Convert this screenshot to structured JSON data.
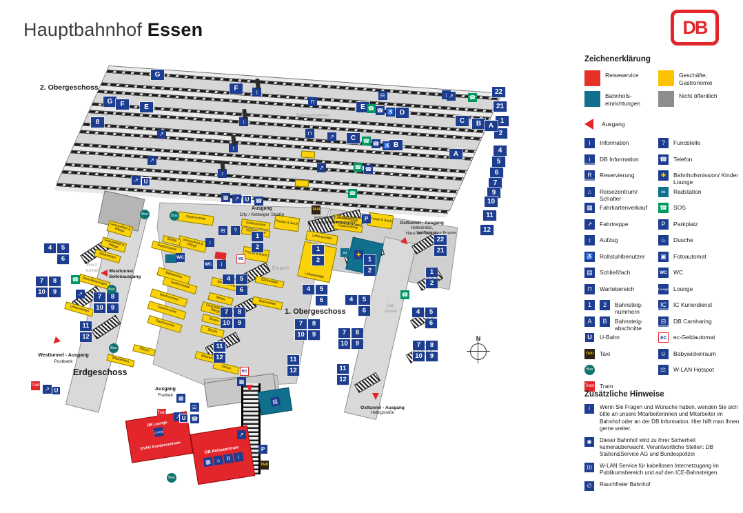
{
  "palette": {
    "red": "#E3262B",
    "blue": "#1D3D91",
    "petrol": "#11708E",
    "yellow": "#FCD20A",
    "green": "#009A60",
    "busteal": "#0E736E",
    "grey": "#8D8D8D"
  },
  "header": {
    "title_regular": "Hauptbahnhof",
    "title_bold": "Essen",
    "logo": "DB"
  },
  "legend": {
    "title": "Zeichenerklärung",
    "keys_left": [
      {
        "color": "#E53229",
        "label": "Reiseservice"
      },
      {
        "color": "#11708E",
        "label": "Bahnhofs-einrichtungen"
      }
    ],
    "keys_right": [
      {
        "color": "#FDC300",
        "label": "Geschäfte, Gastronomie"
      },
      {
        "color": "#8D8D8D",
        "label": "Nicht öffentlich"
      }
    ],
    "exit_label": "Ausgang",
    "col1": [
      {
        "sym": "i",
        "label": "Information",
        "cls": "blue"
      },
      {
        "sym": "i",
        "label": "DB Information",
        "cls": "dbinfo"
      },
      {
        "sym": "R",
        "label": "Reservierung",
        "cls": "dbinfo"
      },
      {
        "sym": "⌂",
        "label": "Reisezentrum/ Schalter",
        "cls": "blue"
      },
      {
        "sym": "▦",
        "label": "Fahrkartenverkauf",
        "cls": "blue"
      },
      {
        "sym": "↗",
        "label": "Fahrtreppe",
        "cls": "blue"
      },
      {
        "sym": "↕",
        "label": "Aufzug",
        "cls": "blue"
      },
      {
        "sym": "♿",
        "label": "Rollstuhlbenutzer",
        "cls": "blue"
      },
      {
        "sym": "▤",
        "label": "Schließfach",
        "cls": "blue"
      },
      {
        "sym": "⊓",
        "label": "Wartebereich",
        "cls": "blue"
      },
      {
        "sym": "1",
        "sym2": "2",
        "label": "Bahnsteig-nummern",
        "cls": "blue"
      },
      {
        "sym": "A",
        "sym2": "B",
        "label": "Bahnsteig-abschnitte",
        "cls": "blue"
      },
      {
        "sym": "U",
        "label": "U-Bahn",
        "cls": "ubahn"
      },
      {
        "sym": "TAXI",
        "label": "Taxi",
        "cls": "taxi"
      },
      {
        "sym": "Bus",
        "label": "Bus",
        "cls": "bus"
      },
      {
        "sym": "Tram",
        "label": "Tram",
        "cls": "tram"
      }
    ],
    "col2": [
      {
        "sym": "?",
        "label": "Fundstelle",
        "cls": "blue"
      },
      {
        "sym": "☎",
        "label": "Telefon",
        "cls": "blue"
      },
      {
        "sym": "✚",
        "label": "Bahnhofsmission/ Kinder Lounge",
        "cls": "mission"
      },
      {
        "sym": "∞",
        "label": "Radstation",
        "cls": "rad"
      },
      {
        "sym": "☎",
        "label": "SOS",
        "cls": "green"
      },
      {
        "sym": "P",
        "label": "Parkplatz",
        "cls": "blue"
      },
      {
        "sym": "♨",
        "label": "Dusche",
        "cls": "blue"
      },
      {
        "sym": "▣",
        "label": "Fotoautomat",
        "cls": "blue"
      },
      {
        "sym": "WC",
        "label": "WC",
        "cls": "wc"
      },
      {
        "sym": "Lounge",
        "label": "Lounge",
        "cls": "loungetile"
      },
      {
        "sym": "IC",
        "label": "IC Kurierdienst",
        "cls": "dbinfo"
      },
      {
        "sym": "⊟",
        "label": "DB Carsharing",
        "cls": "dbinfo"
      },
      {
        "sym": "ec",
        "label": "ec-Geldautomat",
        "cls": "ec"
      },
      {
        "sym": "☺",
        "label": "Babywickelraum",
        "cls": "blue"
      },
      {
        "sym": ")))",
        "label": "W-LAN Hotspot",
        "cls": "wlanrot"
      }
    ]
  },
  "hints": {
    "title": "Zusätzliche Hinweise",
    "items": [
      {
        "sym": "i",
        "icon": "info-icon",
        "text": "Wenn Sie Fragen und Wünsche haben, wenden Sie sich bitte an unsere Mitarbeiterinnen und Mitarbeiter im Bahnhof oder an der DB Information. Hier hilft man Ihnen gerne weiter."
      },
      {
        "sym": "◉",
        "icon": "camera-icon",
        "text": "Dieser Bahnhof wird zu Ihrer Sicherheit kameraüberwacht. Verantwortliche Stellen: DB Station&Service AG und Bundespolizei"
      },
      {
        "sym": ")))",
        "icon": "wlan-icon",
        "text": "W-LAN Service für kabellosen Internetzugang im Publikumsbereich und auf den ICE-Bahnsteigen."
      },
      {
        "sym": "∅",
        "icon": "no-smoking-icon",
        "text": "Rauchfreier Bahnhof"
      }
    ]
  },
  "map": {
    "floors": {
      "og2": "2. Obergeschoss",
      "og1": "1. Obergeschoss",
      "eg": "Erdgeschoss"
    },
    "areas": {
      "bahnsteigebene": "Bahnsteigebene",
      "empore": "Empore",
      "west_1": "West-",
      "west_2": "tunnel",
      "ost_1": "Ost-",
      "ost_2": "tunnel"
    },
    "exits": {
      "city": {
        "l1": "Ausgang",
        "l2": "City / Kettwiger Straße"
      },
      "ost_nord": {
        "l1": "Osttunnel - Ausgang",
        "l2": "Hollestraße,",
        "l3": "Haus der Technik"
      },
      "ost_sued": {
        "l1": "Osttunnel - Ausgang",
        "l2": "Helbigstraße"
      },
      "west_seite": {
        "l1": "Westtunnel",
        "l2": "Seitenausgang"
      },
      "west": {
        "l1": "Westtunnel - Ausgang",
        "l2": "Postbank"
      },
      "freiheit": {
        "l1": "Ausgang",
        "l2": "Freiheit"
      }
    },
    "links": {
      "ost_conn_1": "Verbindung zum Osttunnel",
      "ost_conn_2": "Zugang Bahnhofsmission",
      "empore_conn": "Verbindung zur Empore"
    },
    "buildings": {
      "db_lounge": "DB Lounge",
      "evag": "EVAG Kundenzentrum",
      "reisezentrum": "DB Reisezentrum",
      "lounge_tile": "Lounge"
    },
    "compass": "N",
    "track_numbers": {
      "n22": "22",
      "n21": "21",
      "n1": "1",
      "n2": "2",
      "n4": "4",
      "n5": "5",
      "n6": "6",
      "n7": "7",
      "n9": "9",
      "n10": "10",
      "n11": "11",
      "n12": "12"
    },
    "letters": {
      "g1": "G",
      "f1": "F",
      "g2": "G",
      "f2": "F",
      "e1": "E",
      "n8": "8",
      "e2": "E",
      "d1": "D",
      "c1": "C",
      "b1": "B",
      "c2": "C",
      "b2": "B",
      "a1": "A",
      "a2": "A"
    },
    "clusters": {
      "g12": [
        "1",
        "2"
      ],
      "g2221": [
        "22",
        "21"
      ],
      "g456": [
        "4",
        "5",
        "",
        "6"
      ],
      "g789": [
        "7",
        "8",
        "10",
        "9"
      ],
      "g1112": [
        "11",
        "12"
      ]
    },
    "tiles": {
      "u": "U",
      "p": "P",
      "taxi": "TAXI",
      "wc": "WC",
      "tram": "Tram",
      "bus": "Bus",
      "info": "i",
      "res": "R",
      "ec": "ec",
      "phone": "☎",
      "sos": "☎",
      "esc": "↗",
      "lift": "↕",
      "wheel": "♿",
      "ticket": "▦",
      "counter": "⌂",
      "locker": "▤",
      "wait": "⊓",
      "cars": "⊟",
      "found": "?",
      "rad": "∞",
      "mission": "✚",
      "wlan": ")))"
    },
    "shop_labels": {
      "gastronomie": "Gastronomie",
      "shops": "Shops",
      "baeckereien": "Bäckereien",
      "gesundheit": "Gesundheit & Pflege",
      "presse": "Presse & Buch",
      "lebensmittel": "Lebensmittel",
      "dienstleistungen": "Dienstleistungen"
    }
  }
}
